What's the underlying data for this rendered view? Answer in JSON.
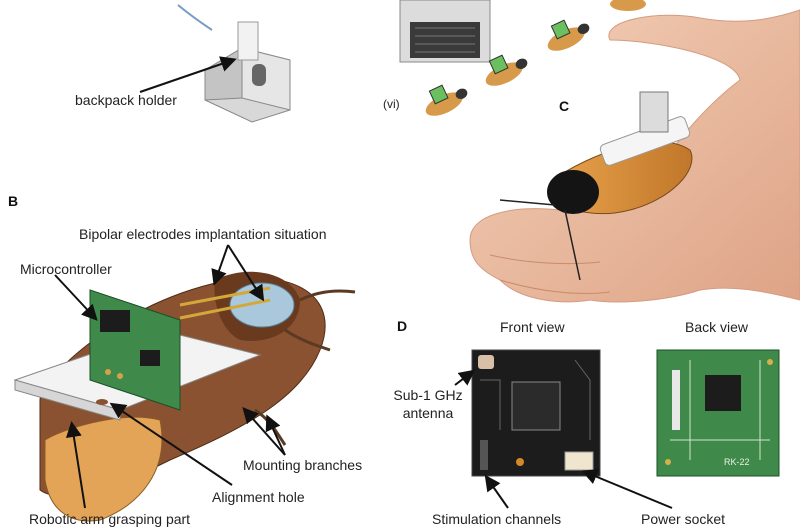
{
  "panels": {
    "b": "B",
    "c": "C",
    "d": "D"
  },
  "panel_a": {
    "backpack_holder": "backpack holder",
    "step_vi": "(vi)"
  },
  "panel_b": {
    "bipolar_electrodes": "Bipolar electrodes implantation situation",
    "microcontroller": "Microcontroller",
    "mounting_branches": "Mounting branches",
    "alignment_hole": "Alignment hole",
    "robotic_arm": "Robotic arm grasping part"
  },
  "panel_d": {
    "front_view": "Front view",
    "back_view": "Back view",
    "antenna_line1": "Sub-1 GHz",
    "antenna_line2": "antenna",
    "stimulation_channels": "Stimulation channels",
    "power_socket": "Power socket",
    "board_marking": "RK-22"
  },
  "colors": {
    "pcb_green": "#3f8a4a",
    "pcb_dark": "#1c1c1c",
    "cockroach_orange": "#d7923a",
    "cockroach_brown": "#6a3a1f",
    "skin": "#efc4a8"
  }
}
